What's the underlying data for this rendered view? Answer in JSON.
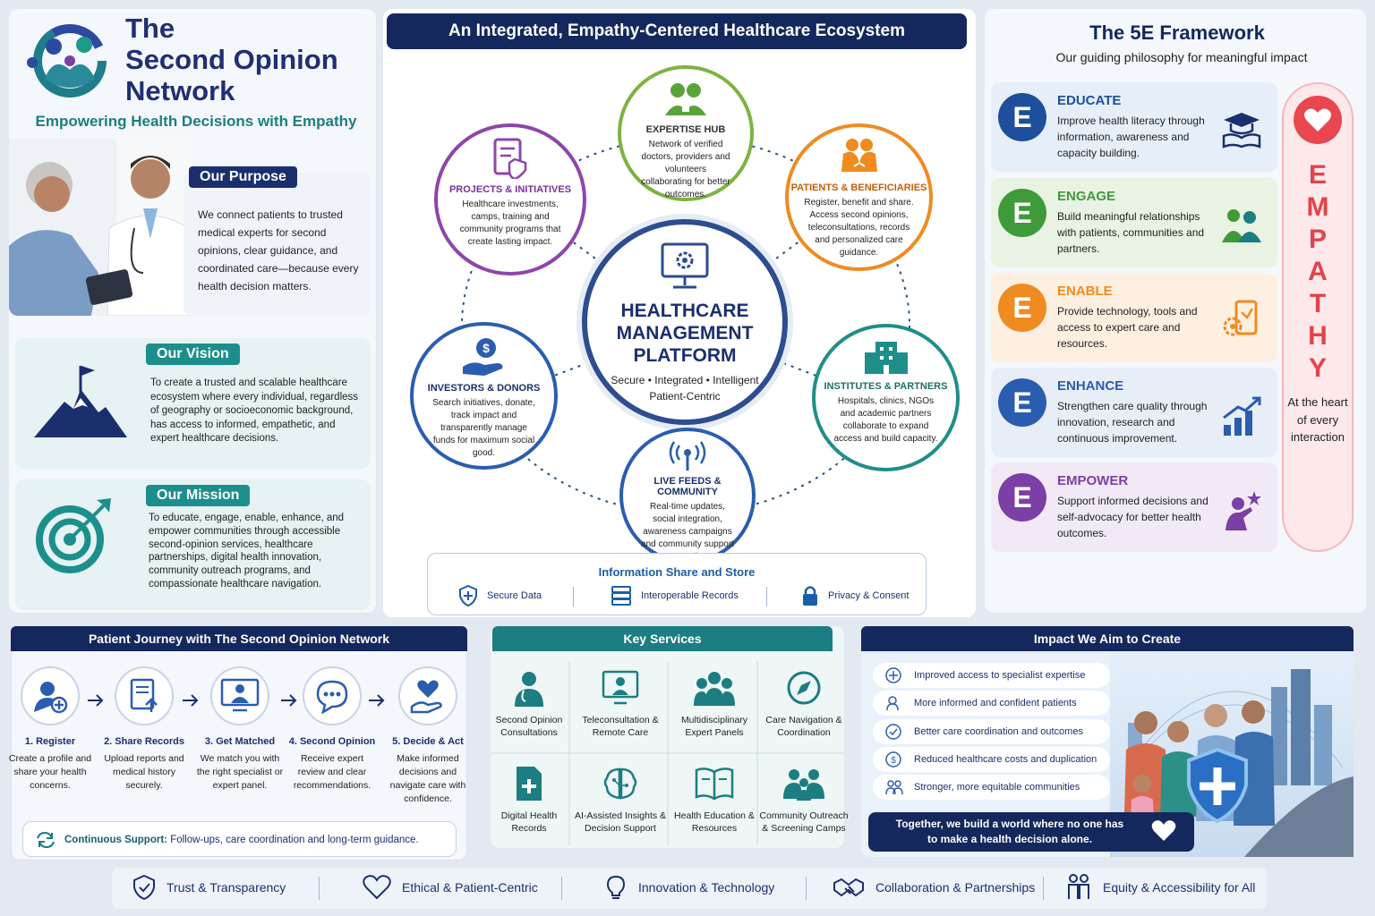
{
  "brand": {
    "title_line1": "The",
    "title_line2": "Second Opinion",
    "title_line3": "Network",
    "tagline": "Empowering Health Decisions with Empathy"
  },
  "purpose": {
    "label": "Our Purpose",
    "text": "We connect patients to trusted medical experts for second opinions, clear guidance, and coordinated care—because every health decision matters."
  },
  "vision": {
    "label": "Our Vision",
    "text": "To create a trusted and scalable healthcare ecosystem where every individual, regardless of geography or socioeconomic background, has access to informed, empathetic, and expert healthcare decisions."
  },
  "mission": {
    "label": "Our Mission",
    "text": "To educate, engage, enable, enhance, and empower communities through accessible second-opinion services, healthcare partnerships, digital health innovation, community outreach programs, and compassionate healthcare navigation."
  },
  "ecosystem": {
    "title": "An Integrated, Empathy-Centered Healthcare Ecosystem",
    "center": {
      "line1": "HEALTHCARE",
      "line2": "MANAGEMENT",
      "line3": "PLATFORM",
      "sub1": "Secure • Integrated • Intelligent",
      "sub2": "Patient-Centric"
    },
    "nodes": {
      "expertise": {
        "title": "EXPERTISE HUB",
        "text": "Network of verified doctors, providers and volunteers collaborating for better outcomes.",
        "color": "#7cb342"
      },
      "patients": {
        "title": "PATIENTS & BENEFICIARIES",
        "text": "Register, benefit and share. Access second opinions, teleconsultations, records and personalized care guidance.",
        "color": "#ef8b1f"
      },
      "institutes": {
        "title": "INSTITUTES & PARTNERS",
        "text": "Hospitals, clinics, NGOs and academic partners collaborate to expand access and build capacity.",
        "color": "#1f8e8a"
      },
      "live": {
        "title": "LIVE FEEDS & COMMUNITY",
        "text": "Real-time updates, social integration, awareness campaigns and community support networks.",
        "color": "#2a5db0"
      },
      "investors": {
        "title": "INVESTORS & DONORS",
        "text": "Search initiatives, donate, track impact and transparently manage funds for maximum social good.",
        "color": "#2a5db0"
      },
      "projects": {
        "title": "PROJECTS & INITIATIVES",
        "text": "Healthcare investments, camps, training and community programs that create lasting impact.",
        "color": "#8e44ad"
      }
    },
    "info": {
      "title": "Information Share and Store",
      "items": [
        "Secure Data",
        "Interoperable Records",
        "Privacy & Consent"
      ]
    }
  },
  "framework": {
    "title": "The 5E Framework",
    "subtitle": "Our guiding philosophy for meaningful impact",
    "items": [
      {
        "letter": "E",
        "title": "EDUCATE",
        "text": "Improve health literacy through information, awareness and capacity building.",
        "color": "#1d4f9c",
        "bg": "#e6eef9"
      },
      {
        "letter": "E",
        "title": "ENGAGE",
        "text": "Build meaningful relationships with patients, communities and partners.",
        "color": "#3f9a3a",
        "bg": "#e9f3e3"
      },
      {
        "letter": "E",
        "title": "ENABLE",
        "text": "Provide technology, tools and access to expert care and resources.",
        "color": "#ef8b1f",
        "bg": "#fdf0e1"
      },
      {
        "letter": "E",
        "title": "ENHANCE",
        "text": "Strengthen care quality through innovation, research and continuous improvement.",
        "color": "#2a5db0",
        "bg": "#e8eef8"
      },
      {
        "letter": "E",
        "title": "EMPOWER",
        "text": "Support informed decisions and self-advocacy for better health outcomes.",
        "color": "#7b3fa5",
        "bg": "#f1eaf6"
      }
    ],
    "empathy_letters": [
      "E",
      "M",
      "P",
      "A",
      "T",
      "H",
      "Y"
    ],
    "empathy_caption": "At the heart of every interaction"
  },
  "journey": {
    "title": "Patient Journey with The Second Opinion Network",
    "steps": [
      {
        "title": "1. Register",
        "text": "Create a profile and share your health concerns."
      },
      {
        "title": "2. Share Records",
        "text": "Upload reports and medical history securely."
      },
      {
        "title": "3. Get Matched",
        "text": "We match you with the right specialist or expert panel."
      },
      {
        "title": "4. Second Opinion",
        "text": "Receive expert review and clear recommendations."
      },
      {
        "title": "5. Decide & Act",
        "text": "Make informed decisions and navigate care with confidence."
      }
    ],
    "support_label": "Continuous Support:",
    "support_text": "Follow-ups, care coordination and long-term guidance."
  },
  "services": {
    "title": "Key Services",
    "items": [
      "Second Opinion Consultations",
      "Teleconsultation & Remote Care",
      "Multidisciplinary Expert Panels",
      "Care Navigation & Coordination",
      "Digital Health Records",
      "AI-Assisted Insights & Decision Support",
      "Health Education & Resources",
      "Community Outreach & Screening Camps"
    ]
  },
  "impact": {
    "title": "Impact We Aim to Create",
    "items": [
      "Improved access to specialist expertise",
      "More informed and confident patients",
      "Better care coordination and outcomes",
      "Reduced healthcare costs and duplication",
      "Stronger, more equitable communities"
    ],
    "banner": "Together, we build a world where no one has to make a health decision alone."
  },
  "values": [
    "Trust & Transparency",
    "Ethical & Patient-Centric",
    "Innovation & Technology",
    "Collaboration & Partnerships",
    "Equity & Accessibility for All"
  ]
}
